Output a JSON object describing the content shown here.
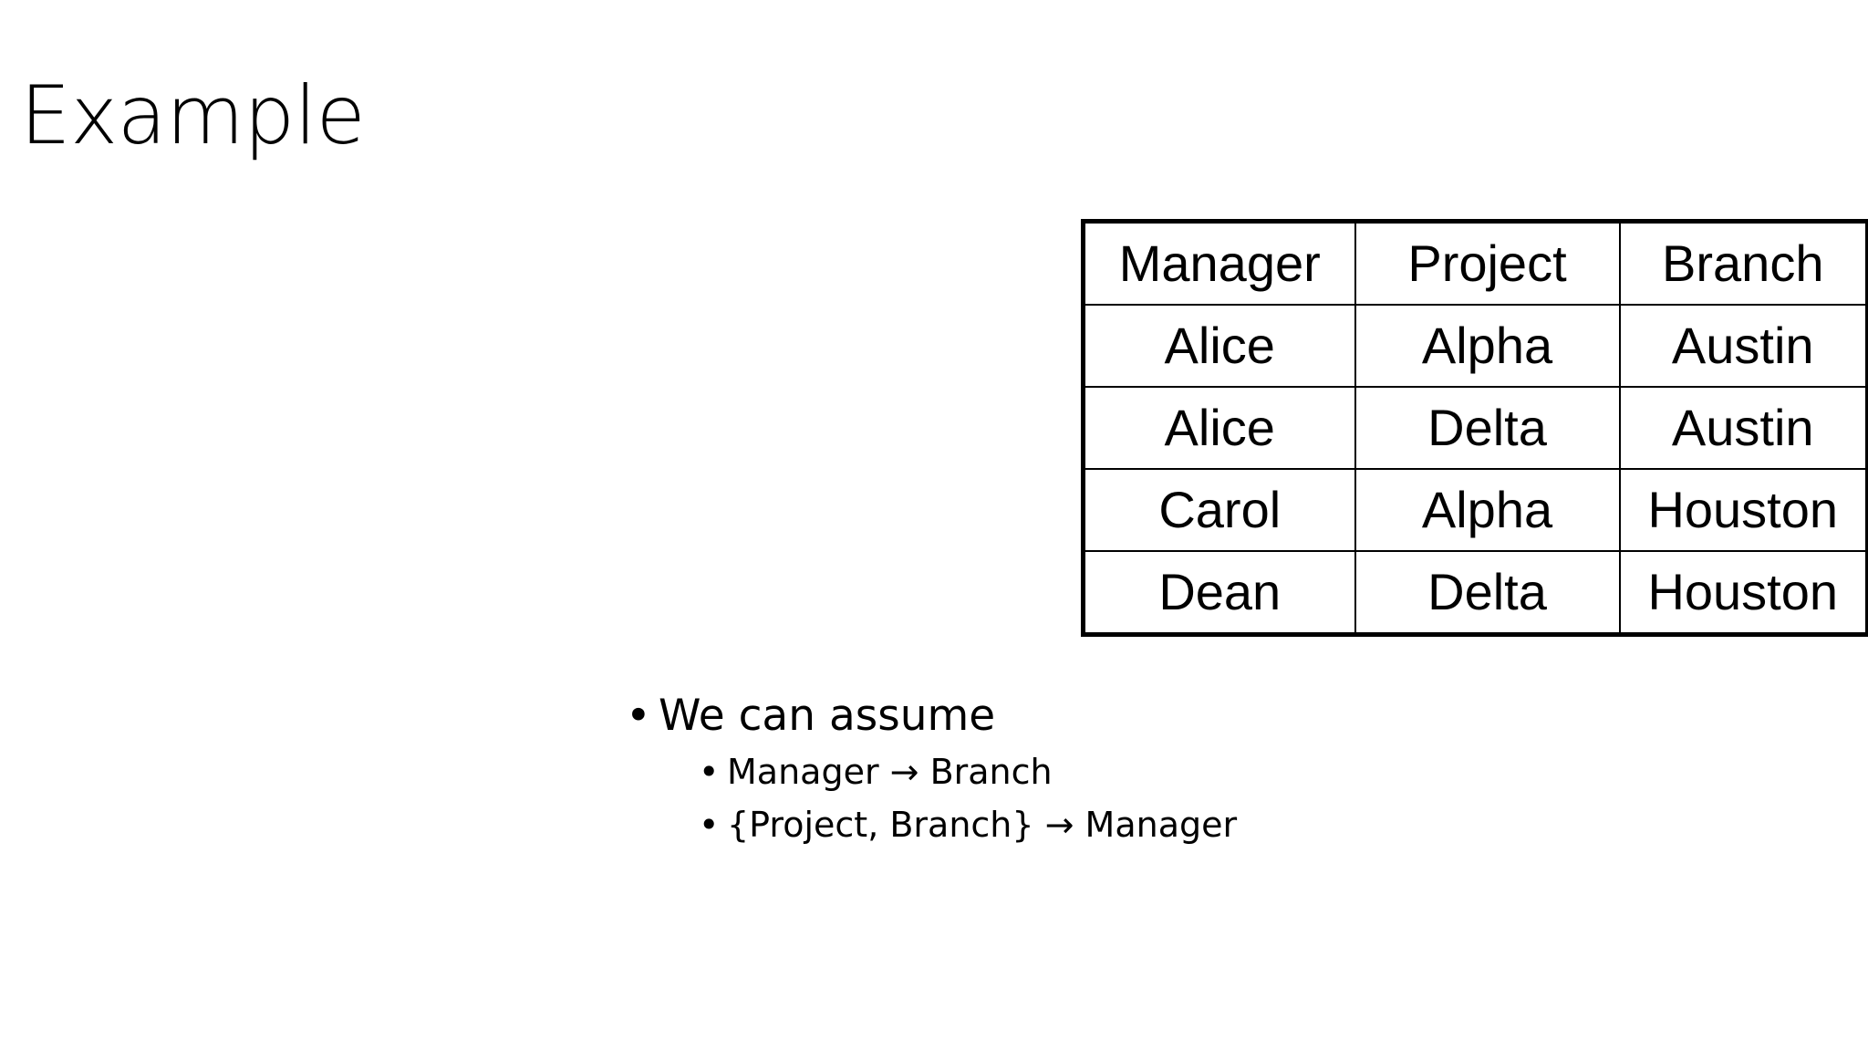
{
  "slide": {
    "title": "Example",
    "background_color": "#ffffff",
    "text_color": "#000000"
  },
  "table": {
    "border_color": "#000000",
    "columns": [
      "Manager",
      "Project",
      "Branch"
    ],
    "rows": [
      [
        "Alice",
        "Alpha",
        "Austin"
      ],
      [
        "Alice",
        "Delta",
        "Austin"
      ],
      [
        "Carol",
        "Alpha",
        "Houston"
      ],
      [
        "Dean",
        "Delta",
        "Houston"
      ]
    ],
    "cells": {
      "header": {
        "c0": "Manager",
        "c1": "Project",
        "c2": "Branch"
      },
      "r0": {
        "c0": "Alice",
        "c1": "Alpha",
        "c2": "Austin"
      },
      "r1": {
        "c0": "Alice",
        "c1": "Delta",
        "c2": "Austin"
      },
      "r2": {
        "c0": "Carol",
        "c1": "Alpha",
        "c2": "Houston"
      },
      "r3": {
        "c0": "Dean",
        "c1": "Delta",
        "c2": "Houston"
      }
    }
  },
  "bullets": {
    "level1": "We can assume",
    "level2": [
      "Manager → Branch",
      "{Project, Branch} → Manager"
    ],
    "bullet_glyph": "•",
    "sub_bullet_glyph": "•",
    "items": {
      "b0": "We can assume",
      "b1": "Manager → Branch",
      "b2": "{Project, Branch} → Manager"
    },
    "glyphs": {
      "dot": "•"
    }
  }
}
